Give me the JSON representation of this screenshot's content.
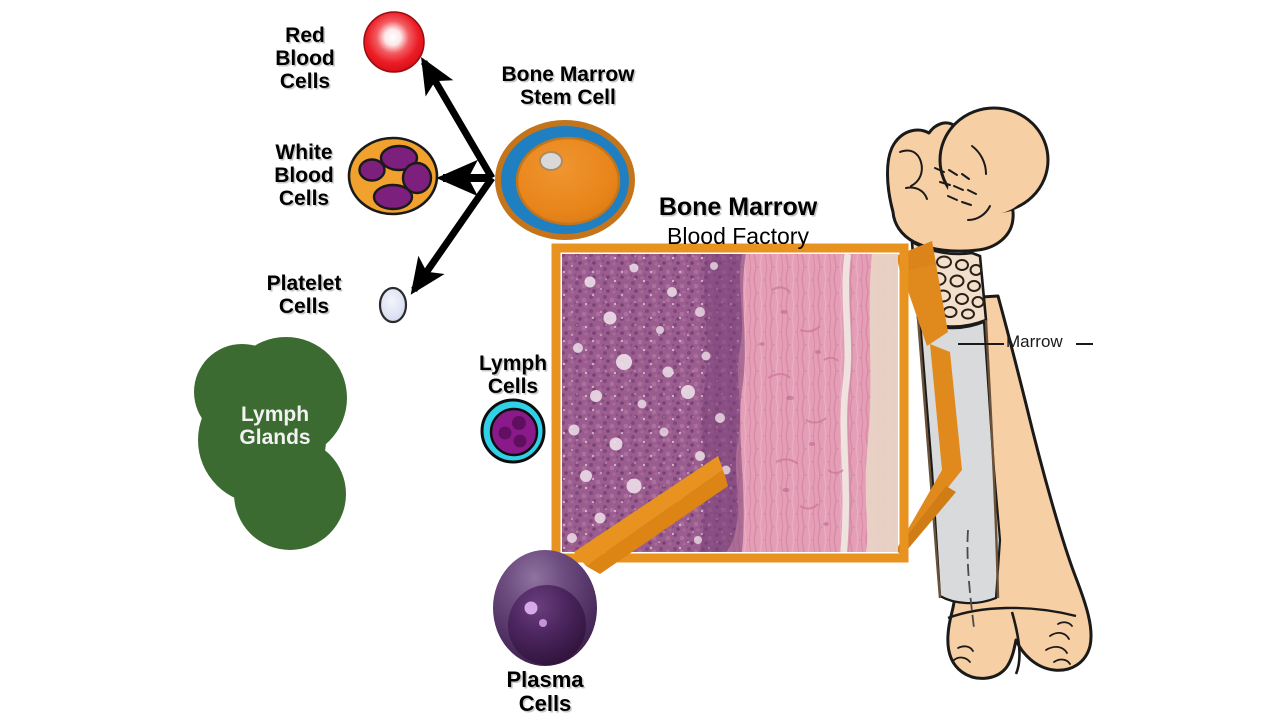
{
  "diagram": {
    "title": "Bone Marrow Blood Factory",
    "background_color": "#ffffff"
  },
  "labels": {
    "red_blood_cells": "Red\nBlood\nCells",
    "white_blood_cells": "White\nBlood\nCells",
    "platelet_cells": "Platelet\nCells",
    "lymph_glands": "Lymph\nGlands",
    "lymph_cells": "Lymph\nCells",
    "plasma_cells": "Plasma\nCells",
    "stem_cell": "Bone Marrow\nStem Cell",
    "bone_marrow_heading": "Bone Marrow",
    "bone_marrow_subheading": "Blood Factory",
    "marrow_callout": "Marrow"
  },
  "colors": {
    "red_blood_cell": "#ed1b24",
    "red_blood_cell_center": "#ffffff",
    "white_blood_cell_body": "#f0a12e",
    "white_blood_cell_nucleus": "#7d1f7d",
    "platelet_fill": "#dfe3f5",
    "platelet_stroke": "#2b2b2b",
    "lymph_gland": "#3c6b32",
    "lymph_cell_outer": "#2fd0e8",
    "lymph_cell_nucleus": "#8a1a8a",
    "lymph_cell_nucleus_dark": "#5d0f5d",
    "plasma_cell_outer": "#6b4a7a",
    "plasma_cell_nucleus": "#4a2356",
    "stem_cell_outer_ring": "#c4741a",
    "stem_cell_blue_band": "#1f7fc0",
    "stem_cell_body": "#e8851a",
    "stem_cell_nucleolus": "#d9d9d9",
    "bone_fill": "#f7cfa4",
    "bone_outline": "#1a1a1a",
    "marrow_cavity": "#d9dadb",
    "trabecular_fill": "#f2e0cc",
    "callout_orange": "#e8921f",
    "histology_marrow": "#9d5f8f",
    "histology_bone": "#e8a0b8",
    "arrow_black": "#000000"
  },
  "elements": {
    "cells": [
      {
        "name": "red-blood-cell",
        "label_key": "red_blood_cells"
      },
      {
        "name": "white-blood-cell",
        "label_key": "white_blood_cells"
      },
      {
        "name": "platelet-cell",
        "label_key": "platelet_cells"
      },
      {
        "name": "lymph-cell",
        "label_key": "lymph_cells"
      },
      {
        "name": "plasma-cell",
        "label_key": "plasma_cells"
      },
      {
        "name": "bone-marrow-stem-cell",
        "label_key": "stem_cell"
      }
    ],
    "organs": [
      {
        "name": "lymph-glands",
        "label_key": "lymph_glands"
      },
      {
        "name": "femur-bone",
        "label_key": "marrow_callout"
      }
    ],
    "arrow_count": 3,
    "arrow_targets": [
      "red-blood-cell",
      "white-blood-cell",
      "platelet-cell"
    ]
  }
}
